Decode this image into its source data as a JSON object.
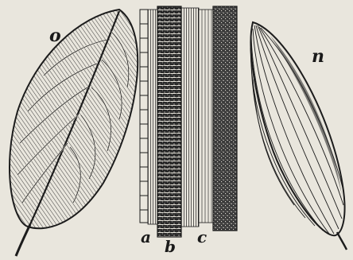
{
  "figure": {
    "labels": {
      "left_leaf": "o",
      "right_leaf": "n",
      "tissue_a": "a",
      "tissue_b": "b",
      "tissue_c": "c"
    },
    "colors": {
      "paper": "#e9e6dd",
      "ink": "#1c1c1c"
    }
  }
}
